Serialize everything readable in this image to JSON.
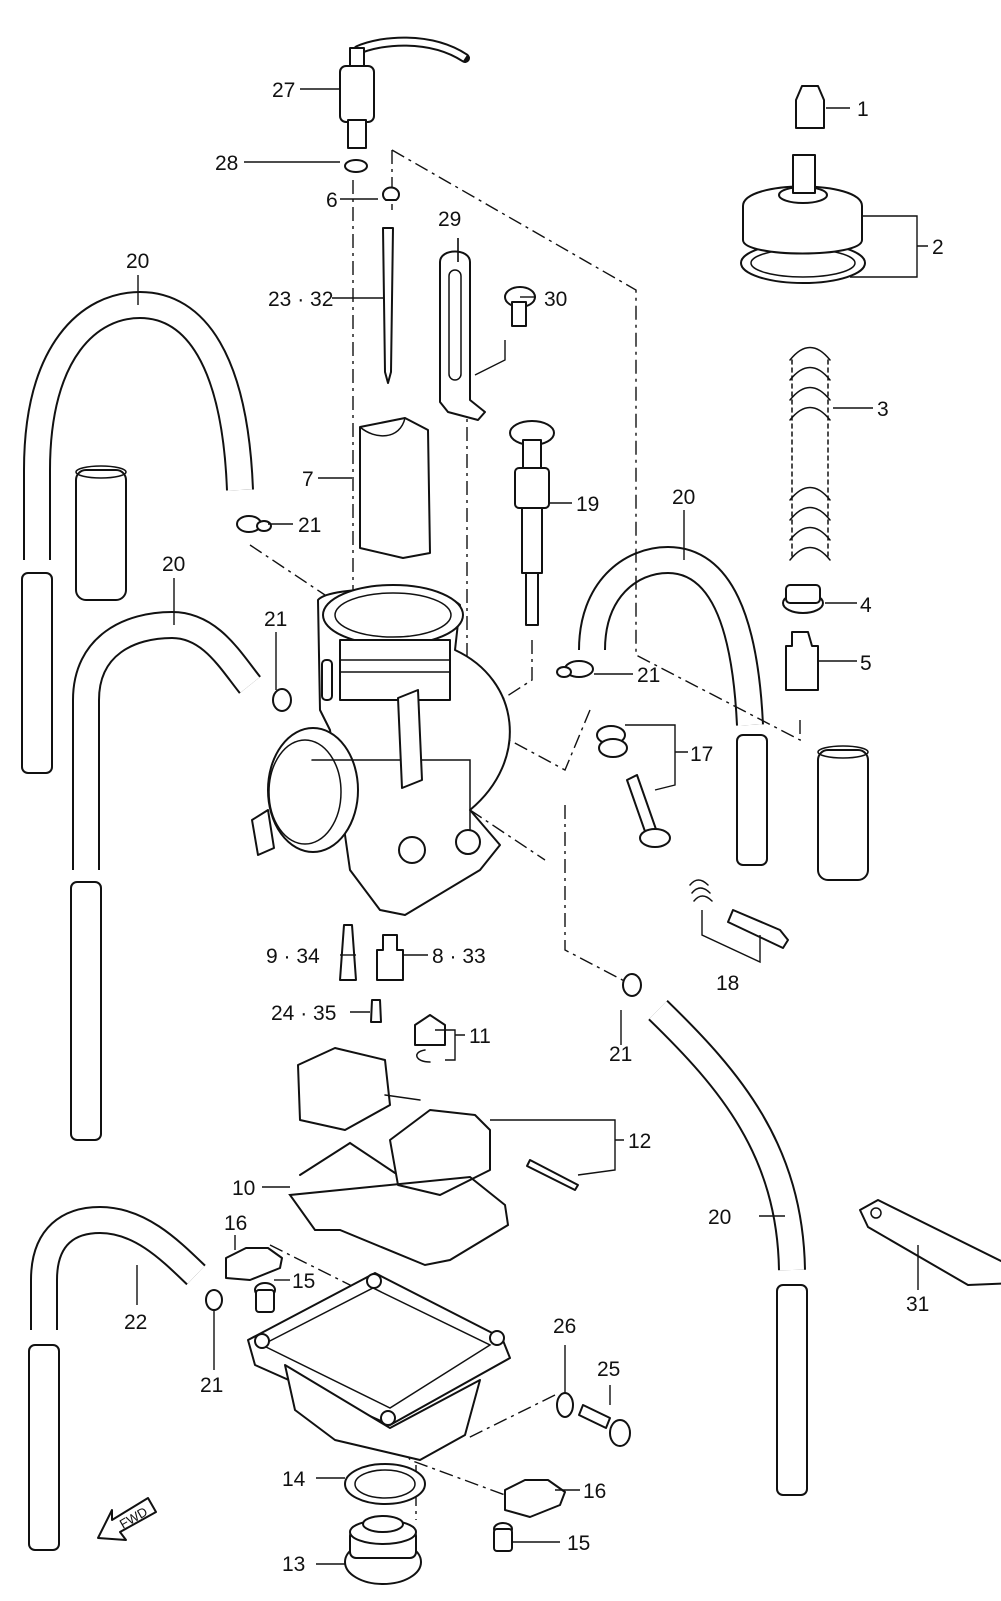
{
  "labels": {
    "p1": "1",
    "p2": "2",
    "p3": "3",
    "p4": "4",
    "p5": "5",
    "p6": "6",
    "p7": "7",
    "p8_33": "8 · 33",
    "p9_34": "9 · 34",
    "p10": "10",
    "p11": "11",
    "p12": "12",
    "p13": "13",
    "p14": "14",
    "p15a": "15",
    "p15b": "15",
    "p16a": "16",
    "p16b": "16",
    "p17": "17",
    "p18": "18",
    "p19": "19",
    "p20a": "20",
    "p20b": "20",
    "p20c": "20",
    "p20d": "20",
    "p21a": "21",
    "p21b": "21",
    "p21c": "21",
    "p21d": "21",
    "p21e": "21",
    "p22": "22",
    "p23_32": "23 · 32",
    "p24_35": "24 · 35",
    "p25": "25",
    "p26": "26",
    "p27": "27",
    "p28": "28",
    "p29": "29",
    "p30": "30",
    "p31": "31"
  },
  "fwd_label": "FWD"
}
